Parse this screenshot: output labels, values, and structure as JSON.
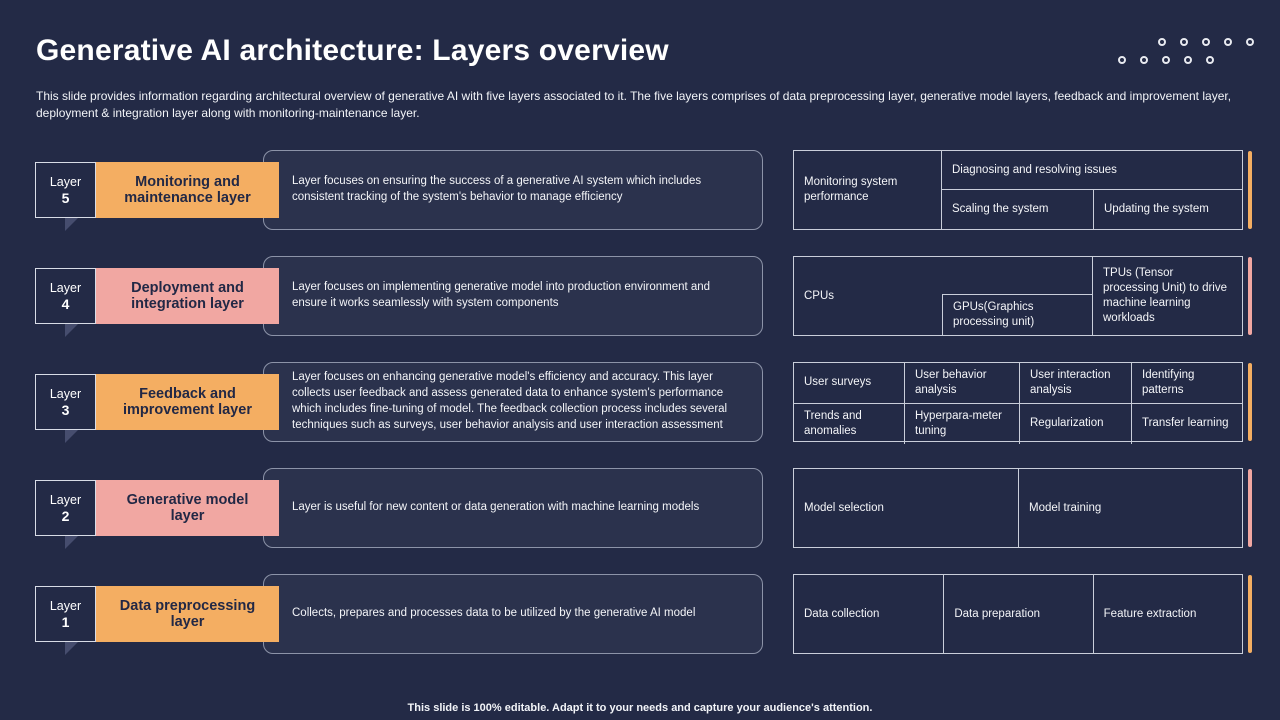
{
  "header": {
    "title": "Generative AI architecture:  Layers overview",
    "subtitle": "This slide provides information regarding architectural overview of generative AI  with five layers associated to it. The five layers comprises of data preprocessing layer, generative model layers, feedback and improvement layer, deployment & integration layer along with monitoring-maintenance layer."
  },
  "footer": {
    "text": "This slide is 100% editable.  Adapt it to your needs and capture your audience's attention."
  },
  "colors": {
    "background": "#232A46",
    "orange": "#F4AE62",
    "pink": "#F1A7A2",
    "table_border": "#C9CEDA",
    "panel_border": "#8C93A8"
  },
  "decoration": {
    "dot_rows": 2,
    "dots_per_row": 5
  },
  "layers": [
    {
      "label": "Layer",
      "number": "5",
      "name": "Monitoring and maintenance layer",
      "accent": "orange",
      "description": "Layer focuses on ensuring the success of a generative AI  system which includes consistent tracking of the system's behavior to manage efficiency",
      "table": {
        "left": "Monitoring system performance",
        "top": "Diagnosing and resolving issues",
        "bottom_left": "Scaling the system",
        "bottom_right": "Updating the system"
      }
    },
    {
      "label": "Layer",
      "number": "4",
      "name": "Deployment and integration layer",
      "accent": "pink",
      "description": "Layer focuses on implementing generative model into production environment and ensure it works seamlessly with system components",
      "table": {
        "left": "CPUs",
        "mid_bottom": "GPUs(Graphics processing unit)",
        "right": "TPUs (Tensor processing Unit) to drive machine learning workloads"
      }
    },
    {
      "label": "Layer",
      "number": "3",
      "name": "Feedback and improvement layer",
      "accent": "orange",
      "description": "Layer focuses on enhancing generative model's efficiency and accuracy.  This layer collects user feedback and assess generated data to enhance system's performance which includes fine-tuning of model. The feedback collection process includes several techniques such as surveys, user behavior analysis and user interaction assessment",
      "table": {
        "r1c1": "User surveys",
        "r1c2": "User behavior analysis",
        "r1c3": "User interaction analysis",
        "r1c4": "Identifying patterns",
        "r2c1": "Trends and anomalies",
        "r2c2": "Hyperpara-meter tuning",
        "r2c3": "Regularization",
        "r2c4": "Transfer learning"
      }
    },
    {
      "label": "Layer",
      "number": "2",
      "name": "Generative model layer",
      "accent": "pink",
      "description": "Layer is useful for new content or data generation with machine learning models",
      "table": {
        "c1": "Model selection",
        "c2": "Model training"
      }
    },
    {
      "label": "Layer",
      "number": "1",
      "name": "Data preprocessing layer",
      "accent": "orange",
      "description": "Collects, prepares and processes data to be utilized by the generative AI  model",
      "table": {
        "c1": "Data collection",
        "c2": "Data preparation",
        "c3": "Feature extraction"
      }
    }
  ]
}
